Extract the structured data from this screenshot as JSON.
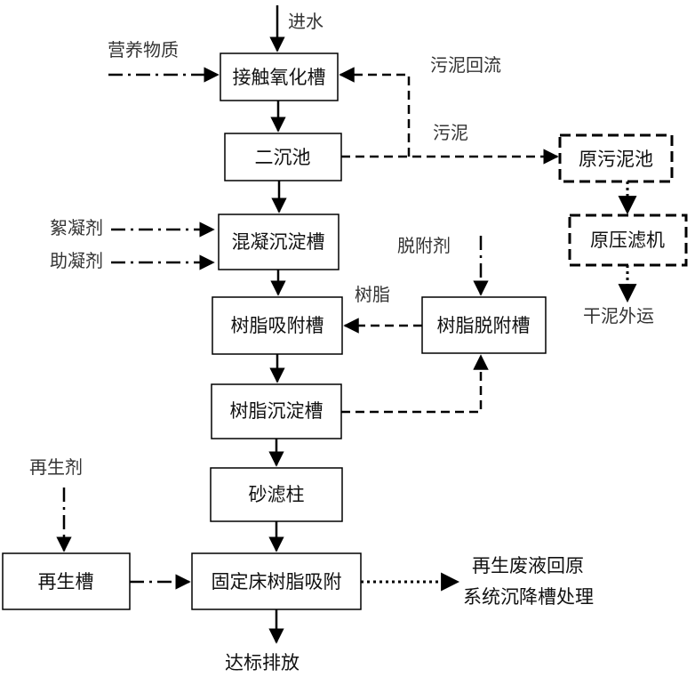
{
  "boxes": {
    "contact_oxidation": "接触氧化槽",
    "secondary_settling": "二沉池",
    "coagulation_settling": "混凝沉淀槽",
    "resin_adsorption": "树脂吸附槽",
    "resin_desorption": "树脂脱附槽",
    "resin_settling": "树脂沉淀槽",
    "sand_filter": "砂滤柱",
    "fixed_bed": "固定床树脂吸附",
    "regeneration_tank": "再生槽",
    "raw_sludge_tank": "原污泥池",
    "filter_press": "原压滤机"
  },
  "labels": {
    "inlet": "进水",
    "nutrients": "营养物质",
    "sludge_return": "污泥回流",
    "sludge": "污泥",
    "flocculant": "絮凝剂",
    "coagulant_aid": "助凝剂",
    "desorbent": "脱附剂",
    "resin": "树脂",
    "dry_sludge_out": "干泥外运",
    "regenerant": "再生剂",
    "waste_line1": "再生废液回原",
    "waste_line2": "系统沉降槽处理",
    "discharge": "达标排放"
  }
}
